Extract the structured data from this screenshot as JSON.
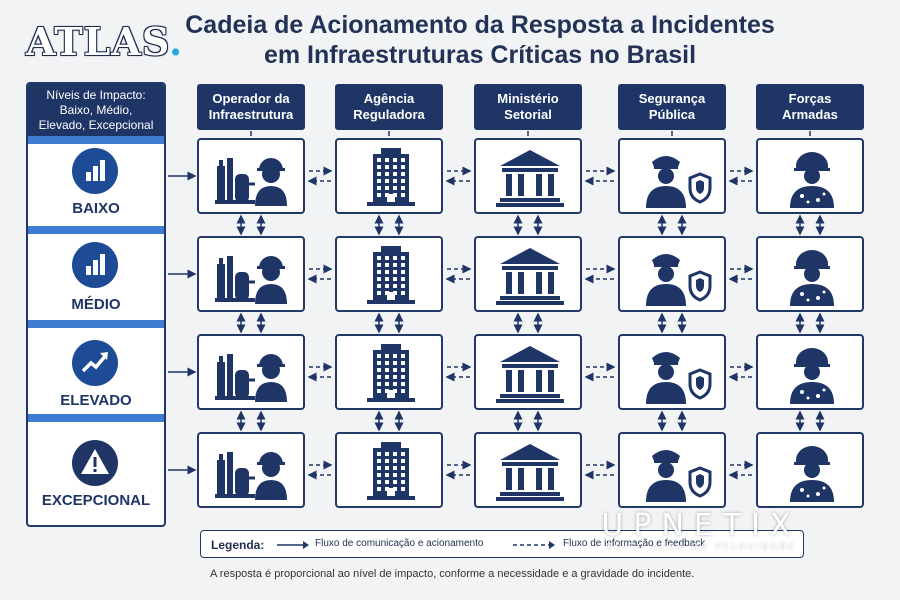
{
  "brand": {
    "atlas_text": "ATLAS",
    "atlas_dot": ".",
    "watermark_main": "UPNETIX",
    "watermark_sub": "MUITO ALÉM DA VELOCIDADE"
  },
  "title": {
    "line1": "Cadeia de Acionamento da Resposta a Incidentes",
    "line2": "em Infraestruturas Críticas no Brasil"
  },
  "levels": {
    "header": [
      "Níveis de Impacto:",
      "Baixo, Médio,",
      "Elevado, Excepcional"
    ],
    "items": [
      {
        "label": "BAIXO",
        "icon": "bar-chart-icon"
      },
      {
        "label": "MÉDIO",
        "icon": "bar-chart-icon"
      },
      {
        "label": "ELEVADO",
        "icon": "trend-up-icon"
      },
      {
        "label": "EXCEPCIONAL",
        "icon": "warning-icon"
      }
    ]
  },
  "columns": [
    {
      "lines": [
        "Operador da",
        "Infraestrutura"
      ],
      "icon": "industrial-worker-icon"
    },
    {
      "lines": [
        "Agência",
        "Reguladora"
      ],
      "icon": "office-building-icon"
    },
    {
      "lines": [
        "Ministério",
        "Setorial"
      ],
      "icon": "government-building-icon"
    },
    {
      "lines": [
        "Segurança",
        "Pública"
      ],
      "icon": "police-officer-icon"
    },
    {
      "lines": [
        "Forças",
        "Armadas"
      ],
      "icon": "soldier-icon"
    }
  ],
  "legend": {
    "title": "Legenda:",
    "solid": "Fluxo de comunicação e acionamento",
    "dashed": "Fluxo de informação e feedback"
  },
  "footnote": "A resposta é proporcional ao nível de impacto, conforme a necessidade e a gravidade do incidente.",
  "colors": {
    "navy": "#1e3566",
    "blue": "#1e4b96",
    "accent": "#3f7bd1",
    "logo_dot": "#2aa7e0"
  }
}
